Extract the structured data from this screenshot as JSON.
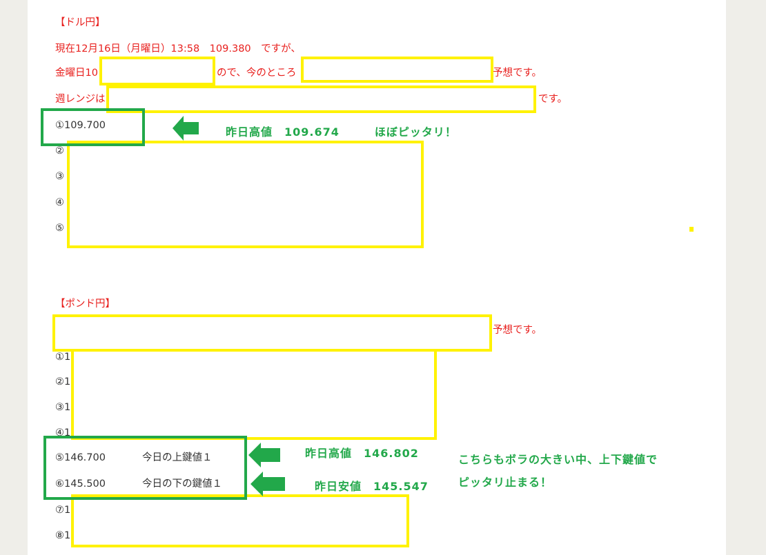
{
  "usdjpy": {
    "title": "【ドル円】",
    "line1": "現在12月16日（月曜日）13:58　109.380　ですが、",
    "line2_a": "金曜日10",
    "line2_b": "ので、今のところ",
    "line2_c": "予想です。",
    "line3_a": "週レンジは",
    "line3_b": "です。",
    "items": [
      "①109.700",
      "②",
      "③",
      "④",
      "⑤"
    ],
    "note": "昨日高値　109.674　　　ほぼピッタリ！"
  },
  "gbpjpy": {
    "title": "【ポンド円】",
    "line1_end": "予想です。",
    "items_hidden": [
      "①1",
      "②1",
      "③1",
      "④1",
      "⑦1",
      "⑧1"
    ],
    "item5_value": "⑤146.700",
    "item5_label": "今日の上鍵値１",
    "item6_value": "⑥145.500",
    "item6_label": "今日の下の鍵値１",
    "note_high": "昨日高値　146.802",
    "note_low": "昨日安値　145.547",
    "comment_1": "こちらもボラの大きい中、上下鍵値で",
    "comment_2": "ピッタリ止まる！"
  },
  "colors": {
    "highlight": "#fff200",
    "annotation": "#22a84a",
    "text_red": "#e8201e"
  }
}
